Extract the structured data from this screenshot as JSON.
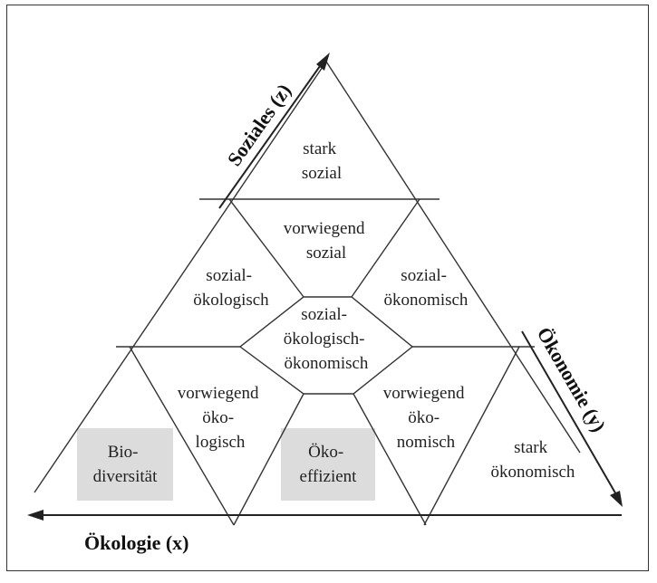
{
  "axes": {
    "x": "Ökologie (x)",
    "y": "Ökonomie (y)",
    "z": "Soziales (z)"
  },
  "regions": {
    "stark_sozial": [
      "stark",
      "sozial"
    ],
    "vorwiegend_sozial": [
      "vorwiegend",
      "sozial"
    ],
    "sozial_oekologisch": [
      "sozial-",
      "ökologisch"
    ],
    "sozial_oekonomisch": [
      "sozial-",
      "ökonomisch"
    ],
    "center": [
      "sozial-",
      "ökologisch-",
      "ökonomisch"
    ],
    "vorwiegend_oekologisch": [
      "vorwiegend",
      "öko-",
      "logisch"
    ],
    "vorwiegend_oekonomisch": [
      "vorwiegend",
      "öko-",
      "nomisch"
    ],
    "stark_oekonomisch": [
      "stark",
      "ökonomisch"
    ],
    "biodiversitaet": [
      "Bio-",
      "diversität"
    ],
    "oekoeffizient": [
      "Öko-",
      "effizient"
    ]
  },
  "colors": {
    "line": "#333333",
    "highlight_box": "#dcdcdc"
  }
}
